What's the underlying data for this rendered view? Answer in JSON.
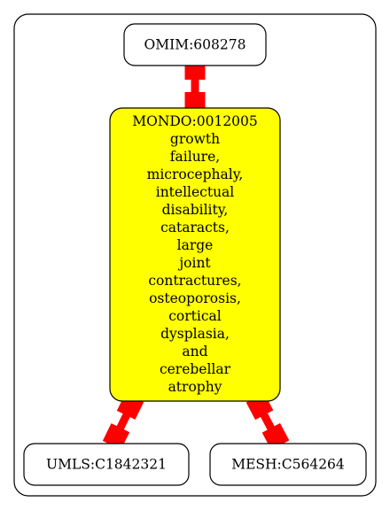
{
  "diagram": {
    "nodes": {
      "omim": {
        "label": "OMIM:608278",
        "fill": "#ffffff"
      },
      "mondo": {
        "lines": [
          "MONDO:0012005",
          "growth",
          "failure,",
          "microcephaly,",
          "intellectual",
          "disability,",
          "cataracts,",
          "large",
          "joint",
          "contractures,",
          "osteoporosis,",
          "cortical",
          "dysplasia,",
          "and",
          "cerebellar",
          "atrophy"
        ],
        "fill": "#ffff00"
      },
      "umls": {
        "label": "UMLS:C1842321",
        "fill": "#ffffff"
      },
      "mesh": {
        "label": "MESH:C564264",
        "fill": "#ffffff"
      }
    },
    "edges": [
      {
        "from": "omim",
        "to": "mondo",
        "color": "#ff0000"
      },
      {
        "from": "mondo",
        "to": "umls",
        "color": "#ff0000"
      },
      {
        "from": "mondo",
        "to": "mesh",
        "color": "#ff0000"
      }
    ]
  }
}
